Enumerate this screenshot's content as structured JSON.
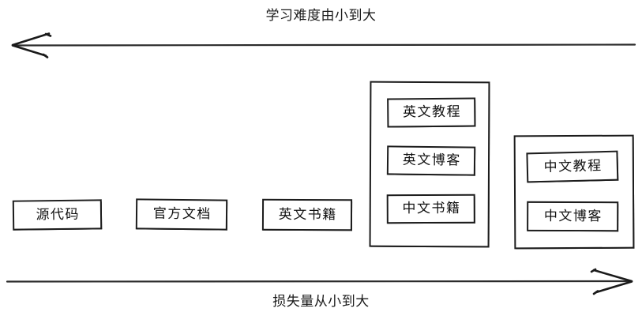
{
  "diagram": {
    "top_axis": {
      "label": "学习难度由小到大",
      "arrow_direction": "left"
    },
    "bottom_axis": {
      "label": "损失量从小到大",
      "arrow_direction": "right"
    },
    "nodes": [
      {
        "id": "source-code",
        "label": "源代码"
      },
      {
        "id": "official-docs",
        "label": "官方文档"
      },
      {
        "id": "english-books",
        "label": "英文书籍"
      }
    ],
    "groups": [
      {
        "id": "english-group",
        "items": [
          {
            "id": "english-tutorial",
            "label": "英文教程"
          },
          {
            "id": "english-blog",
            "label": "英文博客"
          },
          {
            "id": "chinese-books",
            "label": "中文书籍"
          }
        ]
      },
      {
        "id": "chinese-group",
        "items": [
          {
            "id": "chinese-tutorial",
            "label": "中文教程"
          },
          {
            "id": "chinese-blog",
            "label": "中文博客"
          }
        ]
      }
    ],
    "colors": {
      "stroke": "#1c1c1c",
      "text": "#111111",
      "background": "#ffffff"
    }
  }
}
